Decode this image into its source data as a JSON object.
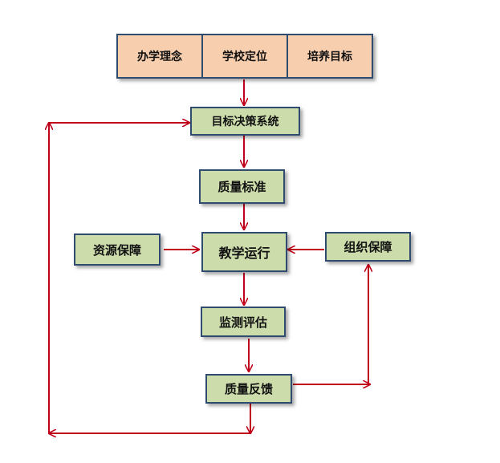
{
  "top": {
    "philosophy": "办学理念",
    "positioning": "学校定位",
    "goals": "培养目标"
  },
  "nodes": {
    "goal_decision": "目标决策系统",
    "quality_standard": "质量标准",
    "resource_guarantee": "资源保障",
    "teaching_operation": "教学运行",
    "organization_guarantee": "组织保障",
    "monitoring_evaluation": "监测评估",
    "quality_feedback": "质量反馈"
  },
  "colors": {
    "arrow": "#c0001a",
    "border": "#2f4b6f",
    "top_fill": "#f8cfae",
    "node_fill": "#cddcab"
  }
}
